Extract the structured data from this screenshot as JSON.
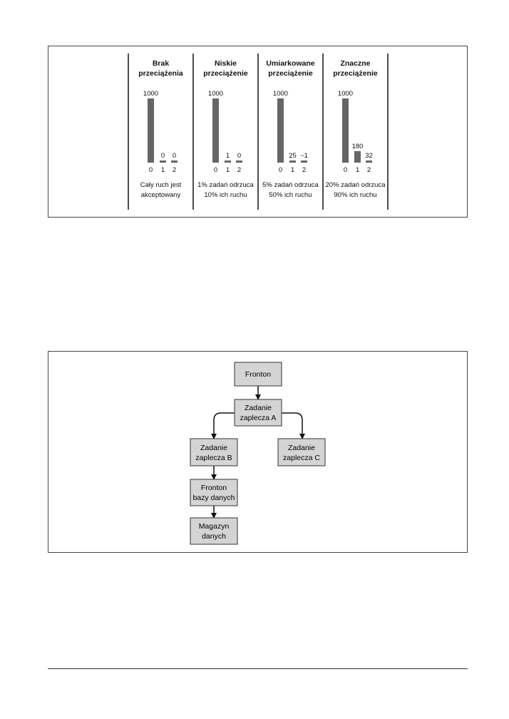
{
  "chart_data": {
    "type": "bar",
    "categories": [
      "0",
      "1",
      "2"
    ],
    "ylim": [
      0,
      1000
    ],
    "bar_color": "#666666",
    "panels": [
      {
        "title_line1": "Brak",
        "title_line2": "przeciążenia",
        "values": [
          1000,
          0,
          0
        ],
        "value_labels": [
          "1000",
          "0",
          "0"
        ],
        "caption_line1": "Cały ruch jest",
        "caption_line2": "akceptowany"
      },
      {
        "title_line1": "Niskie",
        "title_line2": "przeciążenie",
        "values": [
          1000,
          1,
          0
        ],
        "value_labels": [
          "1000",
          "1",
          "0"
        ],
        "caption_line1": "1% zadań odrzuca",
        "caption_line2": "10% ich ruchu"
      },
      {
        "title_line1": "Umiarkowane",
        "title_line2": "przeciążenie",
        "values": [
          1000,
          25,
          1
        ],
        "value_labels": [
          "1000",
          "25",
          "~1"
        ],
        "caption_line1": "5% zadań odrzuca",
        "caption_line2": "50% ich ruchu"
      },
      {
        "title_line1": "Znaczne",
        "title_line2": "przeciążenie",
        "values": [
          1000,
          180,
          32
        ],
        "value_labels": [
          "1000",
          "180",
          "32"
        ],
        "caption_line1": "20% zadań odrzuca",
        "caption_line2": "90% ich ruchu"
      }
    ]
  },
  "diagram": {
    "box_fill": "#d4d4d4",
    "nodes": {
      "frontend": {
        "line1": "Fronton",
        "line2": ""
      },
      "backend_a": {
        "line1": "Zadanie",
        "line2": "zaplecza A"
      },
      "backend_b": {
        "line1": "Zadanie",
        "line2": "zaplecza B"
      },
      "backend_c": {
        "line1": "Zadanie",
        "line2": "zaplecza C"
      },
      "db_frontend": {
        "line1": "Fronton",
        "line2": "bazy danych"
      },
      "datastore": {
        "line1": "Magazyn",
        "line2": "danych"
      }
    }
  }
}
